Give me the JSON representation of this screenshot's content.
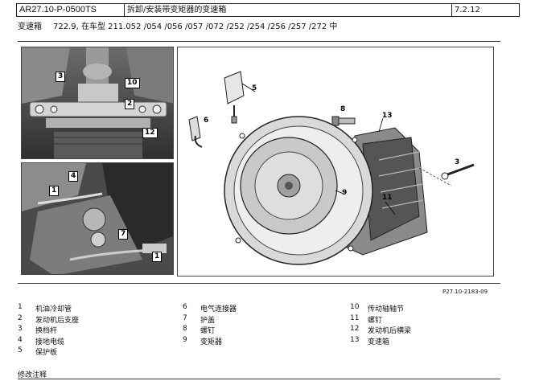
{
  "header": {
    "code": "AR27.10-P-0500TS",
    "title": "拆卸/安装带变矩器的变速箱",
    "version": "7.2.12"
  },
  "subtitle": {
    "label": "变速箱",
    "models": "722.9, 在车型 211.052 /054 /056 /057 /072 /252 /254 /256 /257 /272 中"
  },
  "figure": {
    "code": "P27.10-2183-09",
    "callouts_p1": [
      "3",
      "10",
      "2",
      "12"
    ],
    "callouts_p2": [
      "4",
      "1",
      "7",
      "1"
    ],
    "callouts_p3": [
      "5",
      "6",
      "8",
      "13",
      "3",
      "9",
      "11"
    ]
  },
  "legend": {
    "col1": [
      {
        "n": "1",
        "t": "机油冷却管"
      },
      {
        "n": "2",
        "t": "发动机后支座"
      },
      {
        "n": "3",
        "t": "换档杆"
      },
      {
        "n": "4",
        "t": "接地电缆"
      },
      {
        "n": "5",
        "t": "保护板"
      }
    ],
    "col2": [
      {
        "n": "6",
        "t": "电气连接器"
      },
      {
        "n": "7",
        "t": "护盖"
      },
      {
        "n": "8",
        "t": "螺钉"
      },
      {
        "n": "9",
        "t": "变矩器"
      }
    ],
    "col3": [
      {
        "n": "10",
        "t": "传动轴轴节"
      },
      {
        "n": "11",
        "t": "螺钉"
      },
      {
        "n": "12",
        "t": "发动机后横梁"
      },
      {
        "n": "13",
        "t": "变速箱"
      }
    ]
  },
  "notes": {
    "label": "修改注释"
  }
}
